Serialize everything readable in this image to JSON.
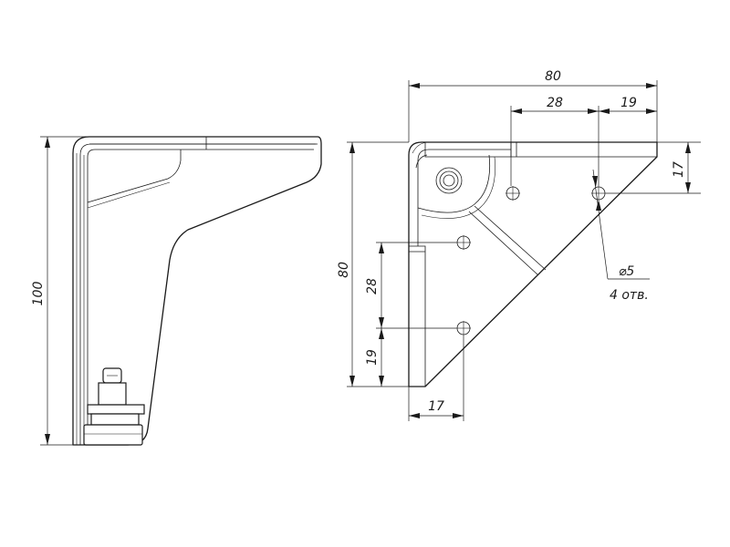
{
  "front_view": {
    "height_label": "100"
  },
  "top_view": {
    "width_label": "80",
    "depth_label": "80",
    "hole_spacing_x_label": "28",
    "edge_offset_x_label": "19",
    "edge_offset_top_label": "17",
    "hole_spacing_y_label": "28",
    "edge_offset_y_label": "19",
    "edge_offset_left_label": "17",
    "hole_diameter_label": "⌀5",
    "hole_count_label": "4 отв."
  }
}
